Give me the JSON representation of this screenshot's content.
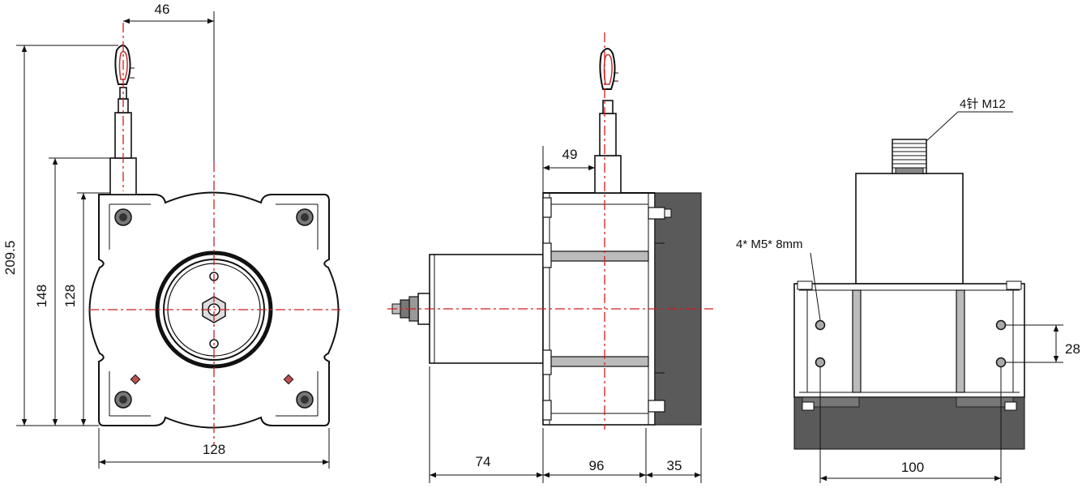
{
  "dimensions": {
    "front_top_offset": "46",
    "front_total_height": "209.5",
    "front_height_2": "148",
    "front_height_3": "128",
    "front_width": "128",
    "side_offset": "49",
    "side_width_a": "74",
    "side_width_b": "96",
    "side_width_c": "35",
    "back_width": "100",
    "back_hole_spacing": "28"
  },
  "annotations": {
    "connector": "4针 M12",
    "holes": "4* M5* 8mm"
  }
}
